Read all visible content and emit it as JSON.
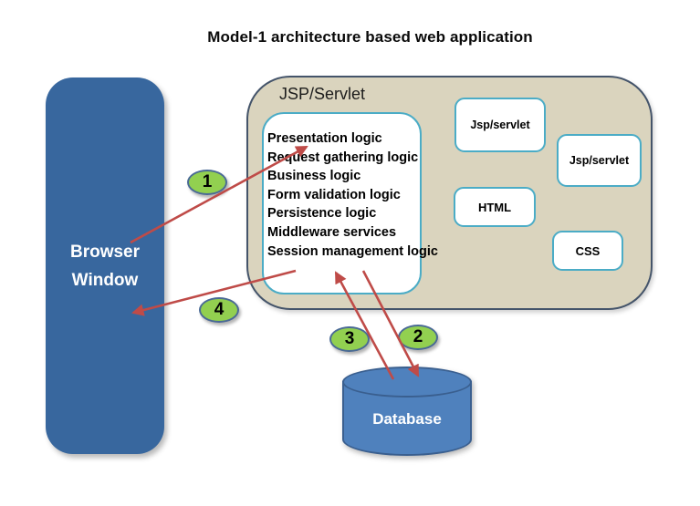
{
  "title": "Model-1 architecture based web application",
  "nodes": {
    "browser": {
      "line1": "Browser",
      "line2": "Window"
    },
    "container": {
      "label": "JSP/Servlet"
    },
    "logic": {
      "items": [
        "Presentation logic",
        "Request gathering logic",
        "Business logic",
        "Form validation logic",
        "Persistence logic",
        "Middleware services",
        "Session management logic"
      ]
    },
    "components": [
      {
        "label": "Jsp/servlet"
      },
      {
        "label": "Jsp/servlet"
      },
      {
        "label": "HTML"
      },
      {
        "label": "CSS"
      }
    ],
    "database": {
      "label": "Database"
    }
  },
  "steps": [
    {
      "label": "1"
    },
    {
      "label": "2"
    },
    {
      "label": "3"
    },
    {
      "label": "4"
    }
  ],
  "arrows": [
    {
      "step": "1",
      "from": "browser-window",
      "to": "logic-box"
    },
    {
      "step": "2",
      "from": "logic-box",
      "to": "database"
    },
    {
      "step": "3",
      "from": "database",
      "to": "logic-box"
    },
    {
      "step": "4",
      "from": "logic-box",
      "to": "browser-window"
    }
  ],
  "colors": {
    "arrow": "#bf4b48",
    "browser-fill": "#38679e",
    "container-fill": "#dad4be",
    "container-border": "#44546a",
    "box-border": "#4bacc6",
    "db-fill": "#4f81bd",
    "db-border": "#3a5f8f",
    "step-fill": "#92d050",
    "step-border": "#4a6a96"
  }
}
